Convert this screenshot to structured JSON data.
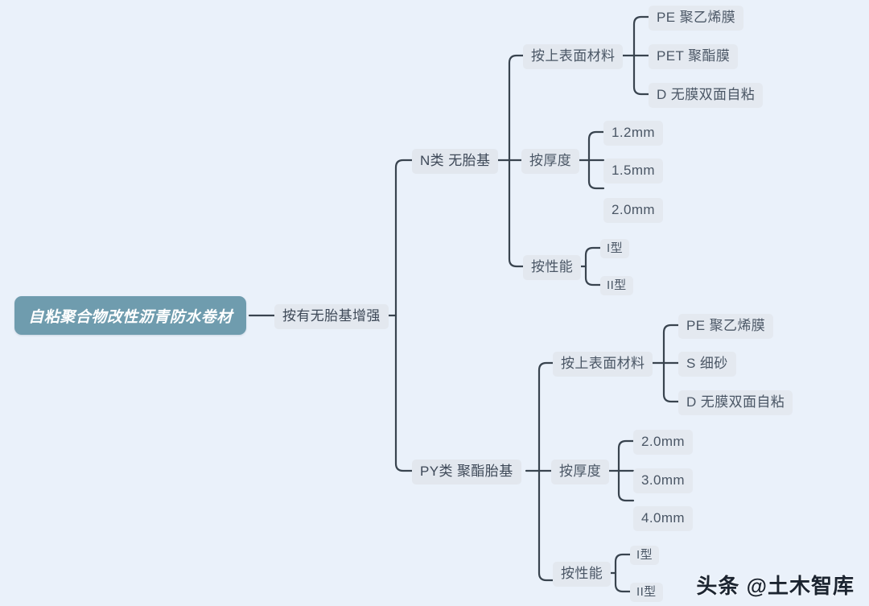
{
  "canvas": {
    "background_color": "#eaf1fa",
    "connector_color": "#39444f",
    "chip_background": "#e4e9f0",
    "chip_text_color": "#3d4857",
    "root_background": "#6f9cae",
    "root_text_color": "#ffffff"
  },
  "root": {
    "label": "自粘聚合物改性沥青防水卷材"
  },
  "level1": {
    "label": "按有无胎基增强"
  },
  "branches": {
    "n": {
      "label": "N类 无胎基",
      "groups": {
        "surface": {
          "label": "按上表面材料",
          "items": [
            {
              "label": "PE  聚乙烯膜"
            },
            {
              "label": "PET  聚酯膜"
            },
            {
              "label": "D 无膜双面自粘"
            }
          ]
        },
        "thickness": {
          "label": "按厚度",
          "items": [
            {
              "label": "1.2mm"
            },
            {
              "label": "1.5mm"
            },
            {
              "label": "2.0mm"
            }
          ]
        },
        "performance": {
          "label": "按性能",
          "items": [
            {
              "label": "I型"
            },
            {
              "label": "II型"
            }
          ]
        }
      }
    },
    "py": {
      "label": "PY类  聚酯胎基",
      "groups": {
        "surface": {
          "label": "按上表面材料",
          "items": [
            {
              "label": "PE 聚乙烯膜"
            },
            {
              "label": "S 细砂"
            },
            {
              "label": "D  无膜双面自粘"
            }
          ]
        },
        "thickness": {
          "label": "按厚度",
          "items": [
            {
              "label": "2.0mm"
            },
            {
              "label": "3.0mm"
            },
            {
              "label": "4.0mm"
            }
          ]
        },
        "performance": {
          "label": "按性能",
          "items": [
            {
              "label": "I型"
            },
            {
              "label": "II型"
            }
          ]
        }
      }
    }
  },
  "watermark": {
    "label": "头条 @土木智库"
  }
}
